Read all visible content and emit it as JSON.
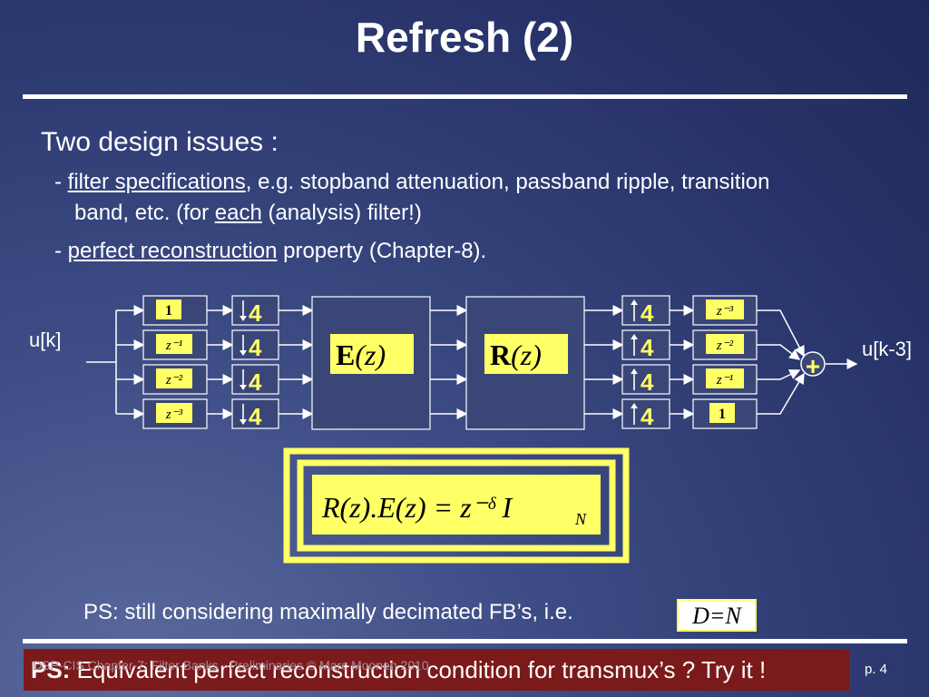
{
  "slide": {
    "title": "Refresh (2)",
    "heading": "Two design issues :",
    "bullet1_dash": "- ",
    "bullet1_link": "filter specifications",
    "bullet1_rest": ", e.g. stopband attenuation, passband ripple, transition",
    "bullet1_line2_pre": "band, etc.  (for ",
    "bullet1_each": "each",
    "bullet1_line2_post": " (analysis) filter!)",
    "bullet2_dash": "- ",
    "bullet2_link": "perfect reconstruction",
    "bullet2_rest": " property (Chapter-8).",
    "ps_text": "PS: still considering maximally decimated FB’s, i.e.",
    "ps_formula": "D=N",
    "bottom_ps": "PS:",
    "bottom_text": " Equivalent perfect reconstruction condition for transmux’s ? Try it !",
    "footer_ghost": "DSP-CIS  Chapter-7: Filter Banks - Preliminaries  © Marc Moonen 2010",
    "page": "p. 4"
  },
  "diagram": {
    "input_label": "u[k]",
    "output_label": "u[k-3]",
    "E_label_main": "E",
    "E_label_arg": "(z)",
    "R_label_main": "R",
    "R_label_arg": "(z)",
    "down_factor": "4",
    "up_factor": "4",
    "delay_left": [
      "1",
      "z⁻¹",
      "z⁻²",
      "z⁻³"
    ],
    "delay_right": [
      "z⁻³",
      "z⁻²",
      "z⁻¹",
      "1"
    ],
    "adder_symbol": "+",
    "condition": "R(z).E(z) = z⁻ᵟ I",
    "condition_sub": "N"
  },
  "colors": {
    "accent_yellow": "#ffff66",
    "line_color": "#ffffff",
    "box_fill": "#3a4677",
    "bottom_bar": "#7b1a1a"
  }
}
